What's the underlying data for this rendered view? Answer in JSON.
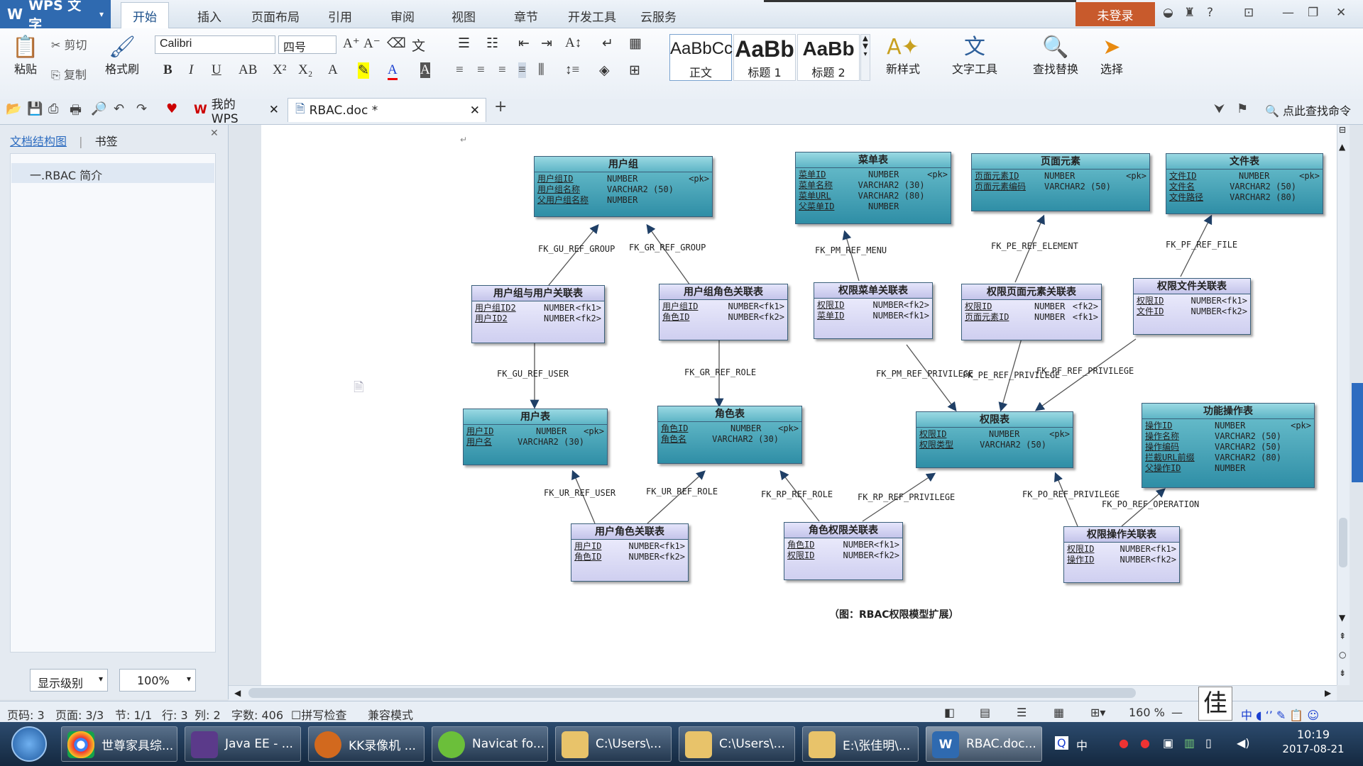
{
  "app": {
    "name": "WPS 文字",
    "menu_tabs": [
      "开始",
      "插入",
      "页面布局",
      "引用",
      "审阅",
      "视图",
      "章节",
      "开发工具",
      "云服务"
    ],
    "login_label": "未登录"
  },
  "ribbon": {
    "paste": "粘贴",
    "cut": "剪切",
    "copy": "复制",
    "format_painter": "格式刷",
    "font_name": "Calibri",
    "font_size": "四号",
    "styles": [
      {
        "sample": "AaBbCc",
        "label": "正文"
      },
      {
        "sample": "AaBb",
        "label": "标题 1"
      },
      {
        "sample": "AaBb",
        "label": "标题 2"
      }
    ],
    "new_style": "新样式",
    "text_tools": "文字工具",
    "find_replace": "查找替换",
    "select": "选择"
  },
  "tabs": {
    "mywps": "我的WPS",
    "doc": "RBAC.doc *",
    "search": "点此查找命令"
  },
  "left_pane": {
    "tab_outline": "文档结构图",
    "tab_bookmark": "书签",
    "item": "一.RBAC 简介",
    "level_label": "显示级别",
    "zoom": "100%"
  },
  "diagram": {
    "entities": [
      {
        "title": "用户组",
        "rows": [
          [
            "用户组ID",
            "NUMBER",
            "<pk>"
          ],
          [
            "用户组名称",
            "VARCHAR2 (50)",
            ""
          ],
          [
            "父用户组名称",
            "NUMBER",
            ""
          ]
        ]
      },
      {
        "title": "菜单表",
        "rows": [
          [
            "菜单ID",
            "NUMBER",
            "<pk>"
          ],
          [
            "菜单名称",
            "VARCHAR2 (30)",
            ""
          ],
          [
            "菜单URL",
            "VARCHAR2 (80)",
            ""
          ],
          [
            "父菜单ID",
            "NUMBER",
            ""
          ]
        ]
      },
      {
        "title": "页面元素",
        "rows": [
          [
            "页面元素ID",
            "NUMBER",
            "<pk>"
          ],
          [
            "页面元素编码",
            "VARCHAR2 (50)",
            ""
          ]
        ]
      },
      {
        "title": "文件表",
        "rows": [
          [
            "文件ID",
            "NUMBER",
            "<pk>"
          ],
          [
            "文件名",
            "VARCHAR2 (50)",
            ""
          ],
          [
            "文件路径",
            "VARCHAR2 (80)",
            ""
          ]
        ]
      },
      {
        "title": "用户组与用户关联表",
        "rows": [
          [
            "用户组ID2",
            "NUMBER",
            "<fk1>"
          ],
          [
            "用户ID2",
            "NUMBER",
            "<fk2>"
          ]
        ]
      },
      {
        "title": "用户组角色关联表",
        "rows": [
          [
            "用户组ID",
            "NUMBER",
            "<fk1>"
          ],
          [
            "角色ID",
            "NUMBER",
            "<fk2>"
          ]
        ]
      },
      {
        "title": "权限菜单关联表",
        "rows": [
          [
            "权限ID",
            "NUMBER",
            "<fk2>"
          ],
          [
            "菜单ID",
            "NUMBER",
            "<fk1>"
          ]
        ]
      },
      {
        "title": "权限页面元素关联表",
        "rows": [
          [
            "权限ID",
            "NUMBER",
            "<fk2>"
          ],
          [
            "页面元素ID",
            "NUMBER",
            "<fk1>"
          ]
        ]
      },
      {
        "title": "权限文件关联表",
        "rows": [
          [
            "权限ID",
            "NUMBER",
            "<fk1>"
          ],
          [
            "文件ID",
            "NUMBER",
            "<fk2>"
          ]
        ]
      },
      {
        "title": "用户表",
        "rows": [
          [
            "用户ID",
            "NUMBER",
            "<pk>"
          ],
          [
            "用户名",
            "VARCHAR2 (30)",
            ""
          ]
        ]
      },
      {
        "title": "角色表",
        "rows": [
          [
            "角色ID",
            "NUMBER",
            "<pk>"
          ],
          [
            "角色名",
            "VARCHAR2 (30)",
            ""
          ]
        ]
      },
      {
        "title": "权限表",
        "rows": [
          [
            "权限ID",
            "NUMBER",
            "<pk>"
          ],
          [
            "权限类型",
            "VARCHAR2 (50)",
            ""
          ]
        ]
      },
      {
        "title": "功能操作表",
        "rows": [
          [
            "操作ID",
            "NUMBER",
            "<pk>"
          ],
          [
            "操作名称",
            "VARCHAR2 (50)",
            ""
          ],
          [
            "操作编码",
            "VARCHAR2 (50)",
            ""
          ],
          [
            "拦截URL前缀",
            "VARCHAR2 (80)",
            ""
          ],
          [
            "父操作ID",
            "NUMBER",
            ""
          ]
        ]
      },
      {
        "title": "用户角色关联表",
        "rows": [
          [
            "用户ID",
            "NUMBER",
            "<fk1>"
          ],
          [
            "角色ID",
            "NUMBER",
            "<fk2>"
          ]
        ]
      },
      {
        "title": "角色权限关联表",
        "rows": [
          [
            "角色ID",
            "NUMBER",
            "<fk1>"
          ],
          [
            "权限ID",
            "NUMBER",
            "<fk2>"
          ]
        ]
      },
      {
        "title": "权限操作关联表",
        "rows": [
          [
            "权限ID",
            "NUMBER",
            "<fk1>"
          ],
          [
            "操作ID",
            "NUMBER",
            "<fk2>"
          ]
        ]
      }
    ],
    "relations": [
      "FK_GU_REF_GROUP",
      "FK_GR_REF_GROUP",
      "FK_PM_REF_MENU",
      "FK_PE_REF_ELEMENT",
      "FK_PF_REF_FILE",
      "FK_GU_REF_USER",
      "FK_GR_REF_ROLE",
      "FK_PM_REF_PRIVILEGE",
      "FK_PE_REF_PRIVILEGE",
      "FK_PF_REF_PRIVILEGE",
      "FK_UR_REF_USER",
      "FK_UR_REF_ROLE",
      "FK_RP_REF_ROLE",
      "FK_RP_REF_PRIVILEGE",
      "FK_PO_REF_PRIVILEGE",
      "FK_PO_REF_OPERATION"
    ],
    "caption": "（图：RBAC权限模型扩展）"
  },
  "status": {
    "page_code": "页码: 3",
    "pages": "页面: 3/3",
    "section": "节: 1/1",
    "row": "行: 3",
    "col": "列: 2",
    "words": "字数: 406",
    "spell": "拼写检查",
    "compat": "兼容模式",
    "zoom": "160 %"
  },
  "taskbar": {
    "items": [
      "世尊家具综...",
      "Java EE - ...",
      "KK录像机 ...",
      "Navicat fo...",
      "C:\\Users\\...",
      "C:\\Users\\...",
      "E:\\张佳明\\...",
      "RBAC.doc..."
    ],
    "time": "10:19",
    "date": "2017-08-21",
    "ime_char": "佳",
    "ime_lang": "中"
  }
}
